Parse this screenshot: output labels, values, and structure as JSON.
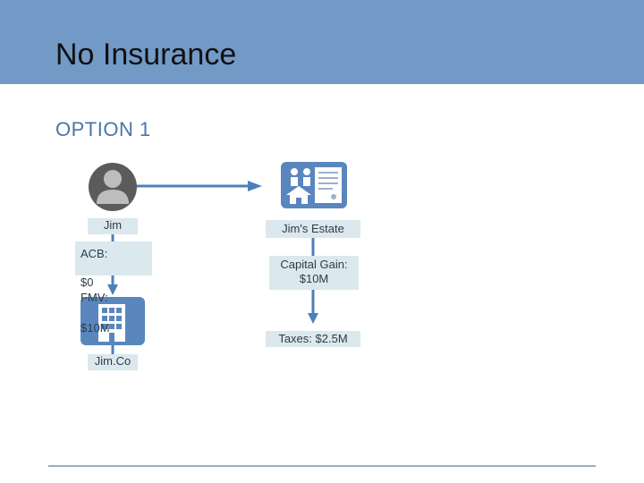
{
  "header": {
    "title": "No Insurance"
  },
  "option_title": "OPTION 1",
  "diagram": {
    "left": {
      "person_label": "Jim",
      "acb_label": "ACB:",
      "acb_value": "$0",
      "fmv_label": "FMV:",
      "fmv_value": "$10M",
      "company_label": "Jim.Co"
    },
    "right": {
      "estate_label": "Jim's Estate",
      "capital_gain": "Capital Gain: $10M",
      "taxes": "Taxes: $2.5M"
    }
  },
  "colors": {
    "header": "#7399c6",
    "accent": "#4f7fb8",
    "box_fill": "#dbe8ed"
  },
  "icons": {
    "person": "person-avatar-icon",
    "estate": "estate-document-icon",
    "company": "building-icon"
  }
}
